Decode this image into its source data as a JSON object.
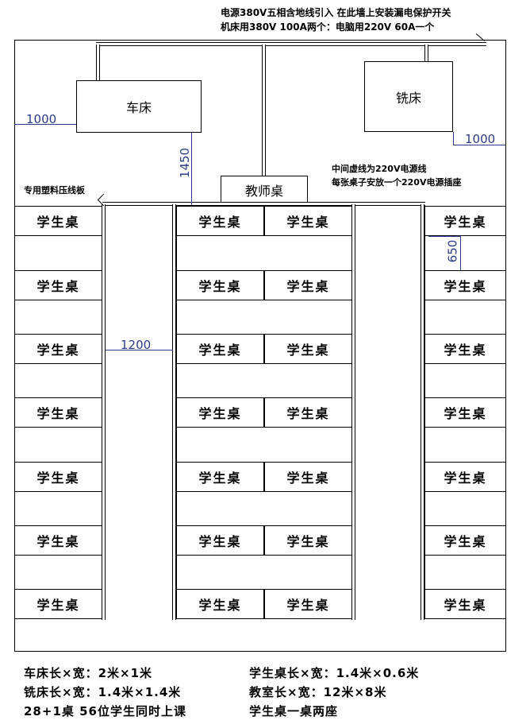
{
  "notes": {
    "power_line1": "电源380V五相含地线引入  在此墙上安装漏电保护开关",
    "power_line2": "机床用380V  100A两个：电脑用220V  60A一个",
    "trunking": "专用塑料压线板",
    "center_line1": "中间虚线为220V电源线",
    "center_line2": "每张桌子安放一个220V电源插座"
  },
  "machines": {
    "lathe": "车床",
    "mill": "铣床",
    "teacher_desk": "教师桌"
  },
  "desk_label": "学生桌",
  "dimensions": {
    "lathe_wall": "1000",
    "mill_wall": "1000",
    "lathe_to_desk": "1450",
    "aisle_width": "1200",
    "row_gap": "650"
  },
  "footer": {
    "lathe_size": "车床长×宽：2米×1米",
    "desk_size": "学生桌长×宽：1.4米×0.6米",
    "mill_size": "铣床长×宽：1.4米×1.4米",
    "room_size": "教室长×宽：12米×8米",
    "count": "28+1桌  56位学生同时上课",
    "seating": "学生桌一桌两座"
  }
}
